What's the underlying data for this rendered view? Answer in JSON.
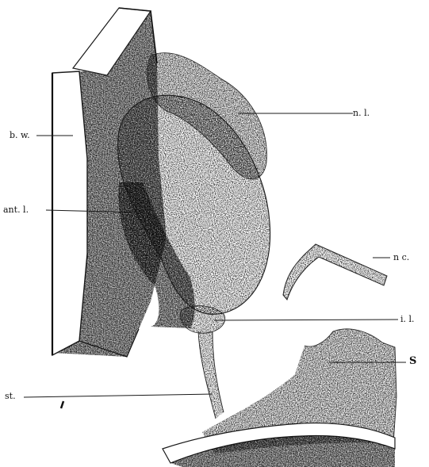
{
  "figure": {
    "ink_color": "#1a1a1a",
    "paper_color": "#ffffff",
    "labels": {
      "bw": "b. w.",
      "nl": "n. l.",
      "antl": "ant. l.",
      "nc": "n c.",
      "il": "i. l.",
      "s": "S",
      "st": "st."
    }
  }
}
